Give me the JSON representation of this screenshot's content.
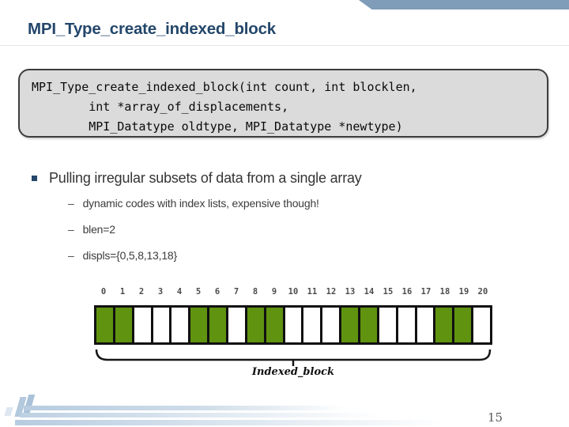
{
  "slide": {
    "title": "MPI_Type_create_indexed_block",
    "page_number": "15"
  },
  "code_box": {
    "lines": [
      "MPI_Type_create_indexed_block(int count, int blocklen,",
      "        int *array_of_displacements,",
      "        MPI_Datatype oldtype, MPI_Datatype *newtype)"
    ]
  },
  "bullets": {
    "main": "Pulling irregular subsets of data from a single array",
    "dash": "–",
    "sub": [
      "dynamic codes with index lists, expensive though!",
      "blen=2",
      "displs={0,5,8,13,18}"
    ]
  },
  "diagram": {
    "indices": [
      0,
      1,
      2,
      3,
      4,
      5,
      6,
      7,
      8,
      9,
      10,
      11,
      12,
      13,
      14,
      15,
      16,
      17,
      18,
      19,
      20
    ],
    "filled_indices": [
      0,
      1,
      5,
      6,
      8,
      9,
      13,
      14,
      18,
      19
    ],
    "label": "Indexed_block",
    "fill_color": "#609310",
    "border_color": "#111111"
  },
  "colors": {
    "title": "#24476b",
    "corner_accent": "#7f9cb8",
    "code_box_bg": "#dbdbdb",
    "code_box_border": "#3d3d3d",
    "bullet_square": "#24466b",
    "footer_stripe": "#b7cce0",
    "page_number": "#595959"
  }
}
